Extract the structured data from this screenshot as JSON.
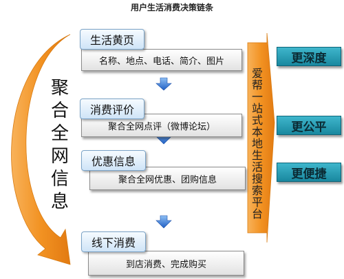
{
  "title": "用户生活消费决策链条",
  "left_label": "聚合全网信息",
  "platform_label": "爱帮一站式本地生活搜索平台",
  "steps": [
    {
      "label": "生活黄页",
      "detail": "名称、地点、电话、简介、图片"
    },
    {
      "label": "消费评价",
      "detail": "聚合全网点评（微博论坛）"
    },
    {
      "label": "优惠信息",
      "detail": "聚合全网优惠、团购信息"
    },
    {
      "label": "线下消费",
      "detail": "到店消费、完成购买"
    }
  ],
  "results": [
    "更深度",
    "更公平",
    "更便捷"
  ],
  "colors": {
    "orange": "#f29222",
    "blue_arrow": "#1f6fd1",
    "result_teal": "#2aa3bb",
    "tab_blue": "#dcecfb"
  }
}
